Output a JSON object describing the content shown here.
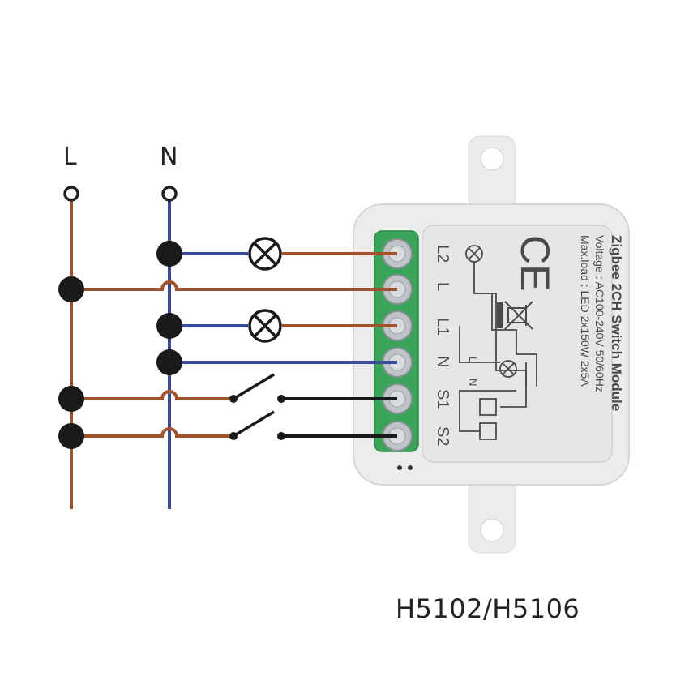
{
  "lines": {
    "live": "L",
    "neutral": "N"
  },
  "model": "H5102/H5106",
  "module": {
    "title": "Zigbee 2CH Switch Module",
    "voltage": "Voltage : AC100-240V 50/60Hz",
    "max_load": "Max.load : LED 2x150W  2x5A",
    "terminals": [
      "L2",
      "L",
      "L1",
      "N",
      "S1",
      "S2"
    ],
    "schematic_labels": {
      "l": "L",
      "n": "N"
    },
    "ce_mark": "CE"
  },
  "colors": {
    "live_wire": "#a0522d",
    "neutral_wire": "#3a4a9a",
    "switch_wire": "#1a1a1a",
    "terminal_block": "#3aa55a",
    "housing": "#ececec"
  }
}
